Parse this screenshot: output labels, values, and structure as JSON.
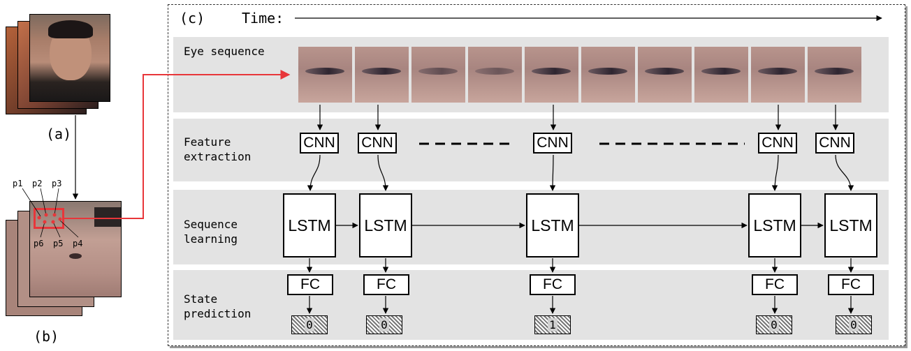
{
  "panel_labels": {
    "a": "(a)",
    "b": "(b)",
    "c": "(c)"
  },
  "time_label": "Time:",
  "bands": {
    "eye": "Eye sequence",
    "feature": "Feature\nextraction",
    "sequence": "Sequence\nlearning",
    "state": "State\nprediction"
  },
  "landmarks": [
    "p1",
    "p2",
    "p3",
    "p4",
    "p5",
    "p6"
  ],
  "module_labels": {
    "cnn": "CNN",
    "lstm": "LSTM",
    "fc": "FC"
  },
  "columns": [
    {
      "state": "0"
    },
    {
      "state": "0"
    },
    {
      "state": "1"
    },
    {
      "state": "0"
    },
    {
      "state": "0"
    }
  ],
  "colors": {
    "highlight": "#e8363a",
    "band": "#e3e3e3"
  },
  "icons": {
    "eye_frames": 10
  }
}
